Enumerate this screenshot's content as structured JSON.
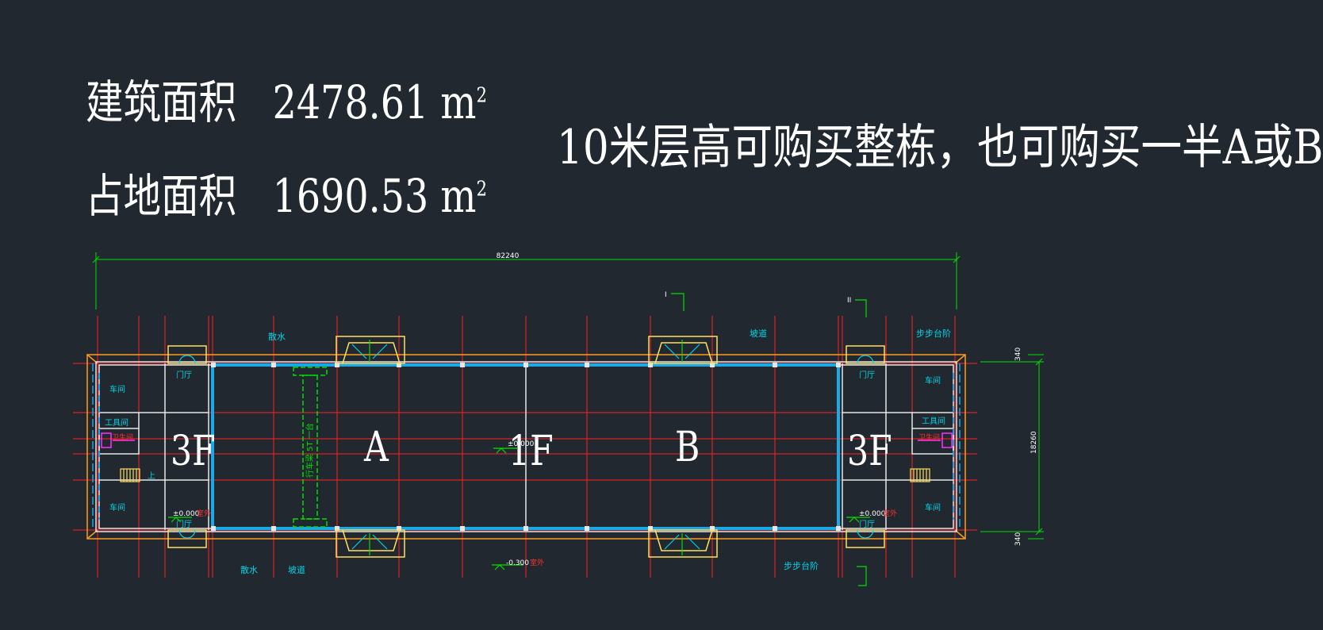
{
  "stats": {
    "building_area_label": "建筑面积",
    "building_area_value": "2478.61",
    "land_area_label": "占地面积",
    "land_area_value": "1690.53",
    "unit_base": "m",
    "unit_exp": "2"
  },
  "headline": "10米层高可购买整栋，也可购买一半A或B",
  "plan": {
    "overall_width_dim": "82240",
    "depth_dim": "18260",
    "edge_dim_top": "340",
    "edge_dim_bottom": "340",
    "section_marks": [
      "I",
      "II"
    ],
    "zones": {
      "left": "3F",
      "section_a": "A",
      "center": "1F",
      "section_b": "B",
      "right": "3F"
    },
    "room_labels": {
      "entrance_hall": "门厅",
      "car_room": "车间",
      "tool_room": "工具间",
      "stair_label": "上",
      "scatter_water_left": "散水",
      "scatter_water_right": "散水",
      "slope_top": "坡道",
      "slope_bottom": "坡道",
      "step_top": "步步台阶",
      "step_bottom": "步步台阶",
      "restroom": "卫生间"
    },
    "crane_label": "行车梁 5T 一台",
    "elevation_zero": "±0.000",
    "elevation_minus": "-0.300",
    "elevation_note": "室外"
  },
  "colors": {
    "background": "#212830",
    "axis_red": "#ff2020",
    "wall_blue": "#1aa8e6",
    "wall_white": "#e6e6e6",
    "outline_orange": "#ff9a20",
    "dimension_green": "#00e000",
    "annotation_cyan": "#00d4e6",
    "canopy_yellow": "#ffe060",
    "magenta": "#ff30ff"
  }
}
